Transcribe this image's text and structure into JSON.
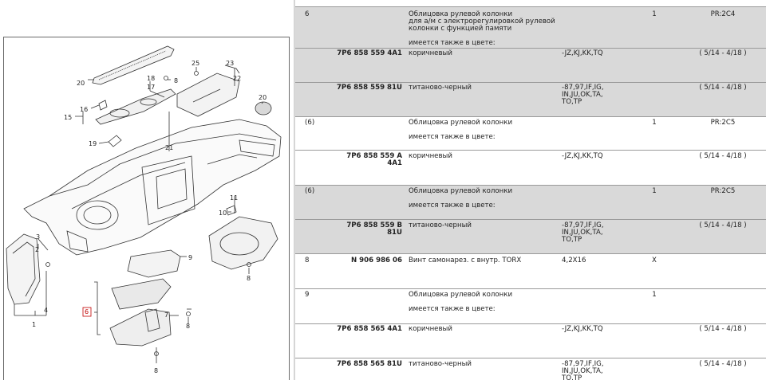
{
  "diagram": {
    "callouts": [
      "20",
      "25",
      "8",
      "23",
      "22",
      "18",
      "17",
      "16",
      "15",
      "20",
      "19",
      "21",
      "3",
      "2",
      "11",
      "10",
      "9",
      "8",
      "4",
      "1",
      "6",
      "7",
      "8",
      "8"
    ]
  },
  "rows": [
    {
      "pos": "6",
      "part": "",
      "desc": "Облицовка рулевой колонки\nдля а/м с электрорегулировкой рулевой\nколонки с функцией памяти\n\nимеется также в цвете:",
      "remark": "",
      "qty": "1",
      "model": "PR:2C4",
      "shade": "gray"
    },
    {
      "pos": "",
      "part": "7P6 858 559 4A1",
      "desc": "коричневый",
      "remark": "-JZ,KJ,KK,TQ",
      "qty": "",
      "model": "( 5/14 - 4/18 )",
      "shade": "gray"
    },
    {
      "pos": "",
      "part": "7P6 858 559 81U",
      "desc": "титаново-черный",
      "remark": "-87,97,IF,IG,\nIN,JU,OK,TA,\nTO,TP",
      "qty": "",
      "model": "( 5/14 - 4/18 )",
      "shade": "gray"
    },
    {
      "pos": "(6)",
      "part": "",
      "desc": "Облицовка рулевой колонки\n\nимеется также в цвете:",
      "remark": "",
      "qty": "1",
      "model": "PR:2C5",
      "shade": "white"
    },
    {
      "pos": "",
      "part": "7P6 858 559 A 4A1",
      "desc": "коричневый",
      "remark": "-JZ,KJ,KK,TQ",
      "qty": "",
      "model": "( 5/14 - 4/18 )",
      "shade": "white"
    },
    {
      "pos": "(6)",
      "part": "",
      "desc": "Облицовка рулевой колонки\n\nимеется также в цвете:",
      "remark": "",
      "qty": "1",
      "model": "PR:2C5",
      "shade": "gray"
    },
    {
      "pos": "",
      "part": "7P6 858 559 B 81U",
      "desc": "титаново-черный",
      "remark": "-87,97,IF,IG,\nIN,JU,OK,TA,\nTO,TP",
      "qty": "",
      "model": "( 5/14 - 4/18 )",
      "shade": "gray"
    },
    {
      "pos": "8",
      "part": "N 906 986 06",
      "desc": "Винт самонарез. с внутр. TORX",
      "remark": "4,2X16",
      "qty": "X",
      "model": "",
      "shade": "white"
    },
    {
      "pos": "9",
      "part": "",
      "desc": "Облицовка рулевой колонки\n\nимеется также в цвете:",
      "remark": "",
      "qty": "1",
      "model": "",
      "shade": "white"
    },
    {
      "pos": "",
      "part": "7P6 858 565 4A1",
      "desc": "коричневый",
      "remark": "-JZ,KJ,KK,TQ",
      "qty": "",
      "model": "( 5/14 - 4/18 )",
      "shade": "white"
    },
    {
      "pos": "",
      "part": "7P6 858 565 81U",
      "desc": "титаново-черный",
      "remark": "-87,97,IF,IG,\nIN,JU,OK,TA,\nTO,TP",
      "qty": "",
      "model": "( 5/14 - 4/18 )",
      "shade": "white"
    }
  ]
}
